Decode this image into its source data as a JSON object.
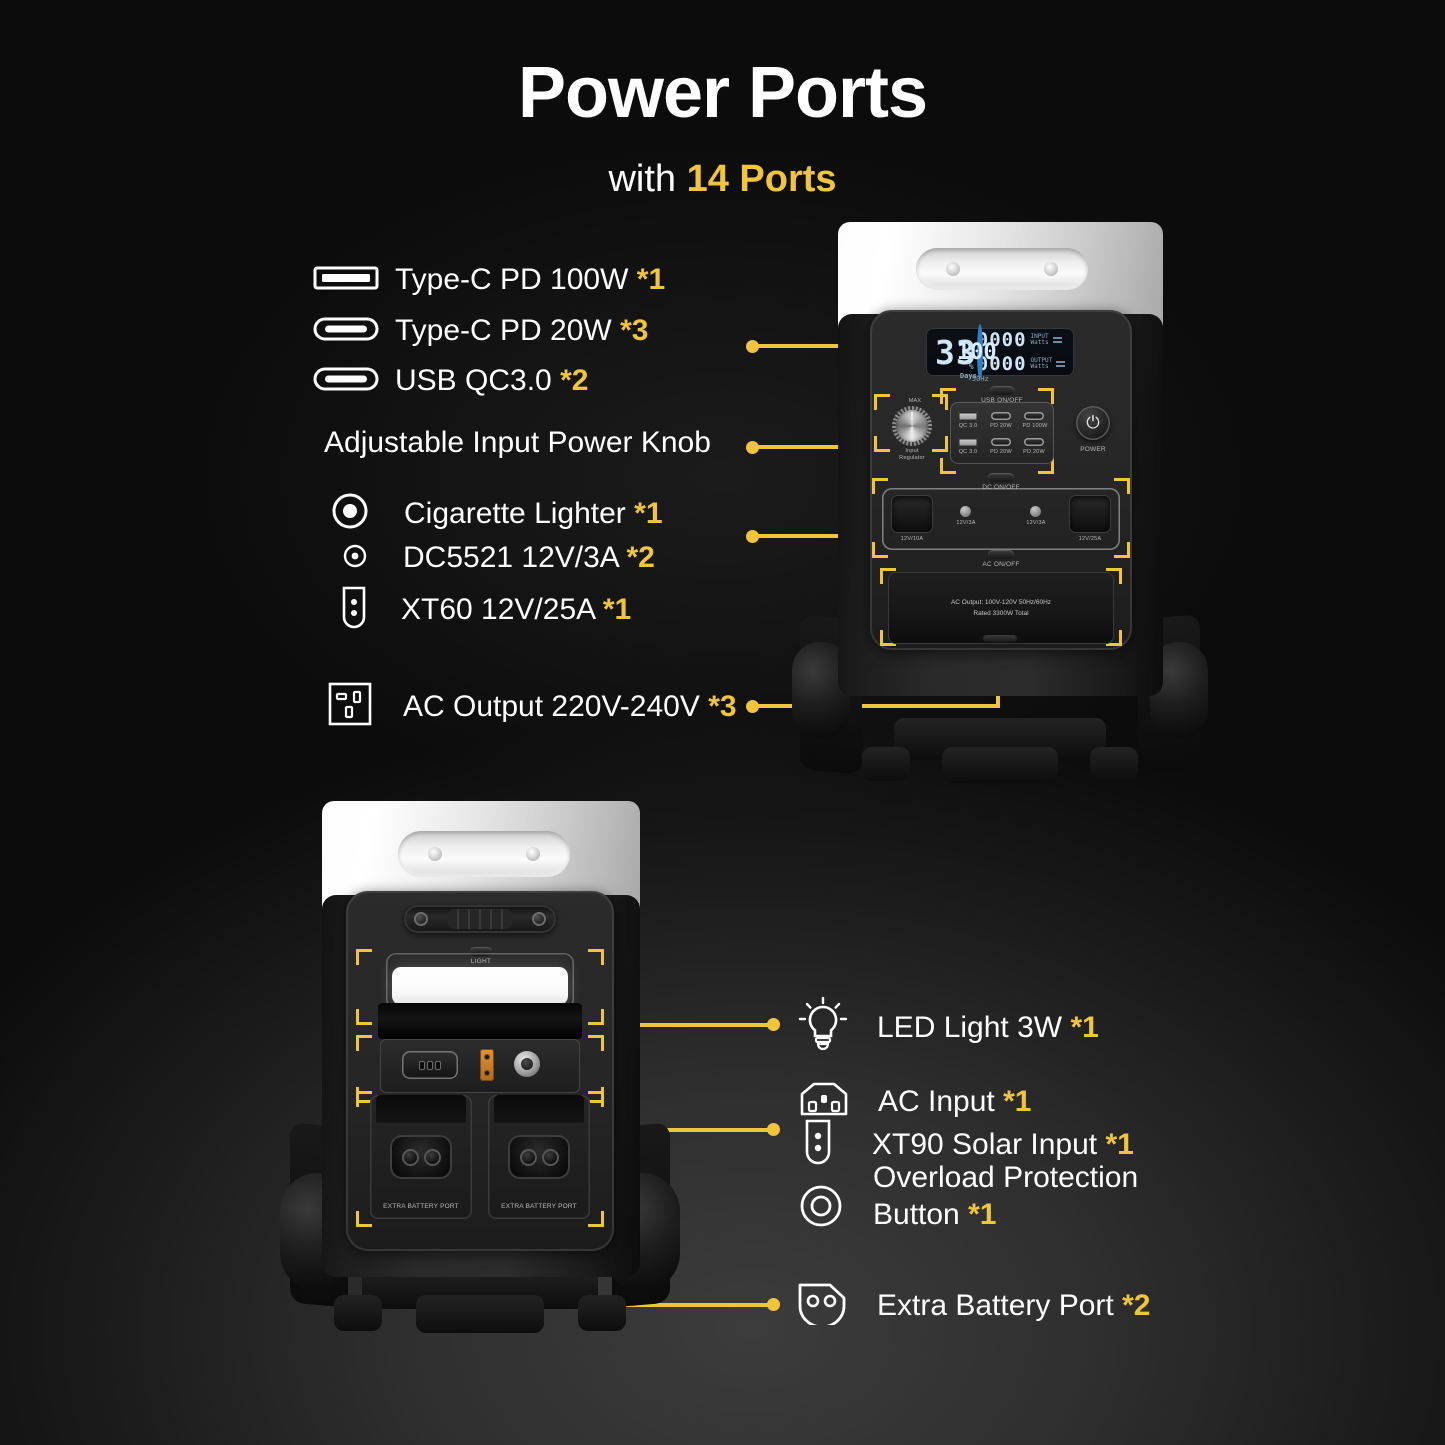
{
  "header": {
    "title": "Power Ports",
    "subtitle_prefix": "with ",
    "subtitle_accent": "14 Ports"
  },
  "colors": {
    "accent": "#f0c53c",
    "text": "#ffffff",
    "background_top": "#040404",
    "background_bottom": "#343434"
  },
  "left_labels": [
    {
      "icon": "usb-a-port-icon",
      "text": "Type-C PD 100W",
      "qty": "*1"
    },
    {
      "icon": "usb-c-port-icon",
      "text": "Type-C PD 20W",
      "qty": "*3"
    },
    {
      "icon": "usb-c-port-icon",
      "text": "USB QC3.0",
      "qty": "*2"
    },
    {
      "icon": "none",
      "text": "Adjustable Input Power Knob",
      "qty": ""
    },
    {
      "icon": "cigarette-lighter-icon",
      "text": "Cigarette Lighter",
      "qty": "*1"
    },
    {
      "icon": "dc5521-icon",
      "text": "DC5521 12V/3A",
      "qty": "*2"
    },
    {
      "icon": "xt60-icon",
      "text": "XT60 12V/25A",
      "qty": "*1"
    },
    {
      "icon": "ac-socket-icon",
      "text": "AC Output 220V-240V",
      "qty": "*3"
    }
  ],
  "right_labels": [
    {
      "icon": "lightbulb-icon",
      "text": "LED Light 3W",
      "qty": "*1"
    },
    {
      "icon": "ac-inlet-icon",
      "text": "AC Input",
      "qty": "*1"
    },
    {
      "icon": "xt90-icon",
      "text": "XT90 Solar Input",
      "qty": "*1"
    },
    {
      "icon": "overload-btn-icon",
      "text": "Overload Protection",
      "text2": "Button",
      "qty": "*1"
    },
    {
      "icon": "battery-port-icon",
      "text": "Extra Battery Port",
      "qty": "*2"
    }
  ],
  "device_front": {
    "display": {
      "days_value": "33",
      "days_unit": "Days",
      "percent_value": "100",
      "percent_symbol": "%",
      "hz_label": "50Hz",
      "input_value": "0000",
      "input_label": "INPUT",
      "input_unit": "Watts",
      "output_value": "0000",
      "output_label": "OUTPUT",
      "output_unit": "Watts"
    },
    "knob_label_top": "MAX",
    "knob_label_line1": "Input",
    "knob_label_line2": "Regulator",
    "usb_switch_label": "USB ON/OFF",
    "usb_ports": [
      {
        "label": "QC 3.0",
        "type": "usb-a"
      },
      {
        "label": "PD 20W",
        "type": "usb-c"
      },
      {
        "label": "PD 100W",
        "type": "usb-c"
      },
      {
        "label": "QC 3.0",
        "type": "usb-a"
      },
      {
        "label": "PD 20W",
        "type": "usb-c"
      },
      {
        "label": "PD 20W",
        "type": "usb-c"
      }
    ],
    "power_button_label": "POWER",
    "dc_switch_label": "DC ON/OFF",
    "dc_ports": [
      {
        "label": "12V/10A"
      },
      {
        "label": "12V/3A"
      },
      {
        "label": "12V/3A"
      },
      {
        "label": "12V/25A"
      }
    ],
    "ac_switch_label": "AC ON/OFF",
    "ac_cover_line1": "AC Output: 100V-120V 50Hz/60Hz",
    "ac_cover_line2": "Rated 3300W Total"
  },
  "device_rear": {
    "light_label": "LIGHT",
    "battery_port_label_left": "EXTRA BATTERY PORT",
    "battery_port_label_right": "EXTRA BATTERY PORT"
  }
}
